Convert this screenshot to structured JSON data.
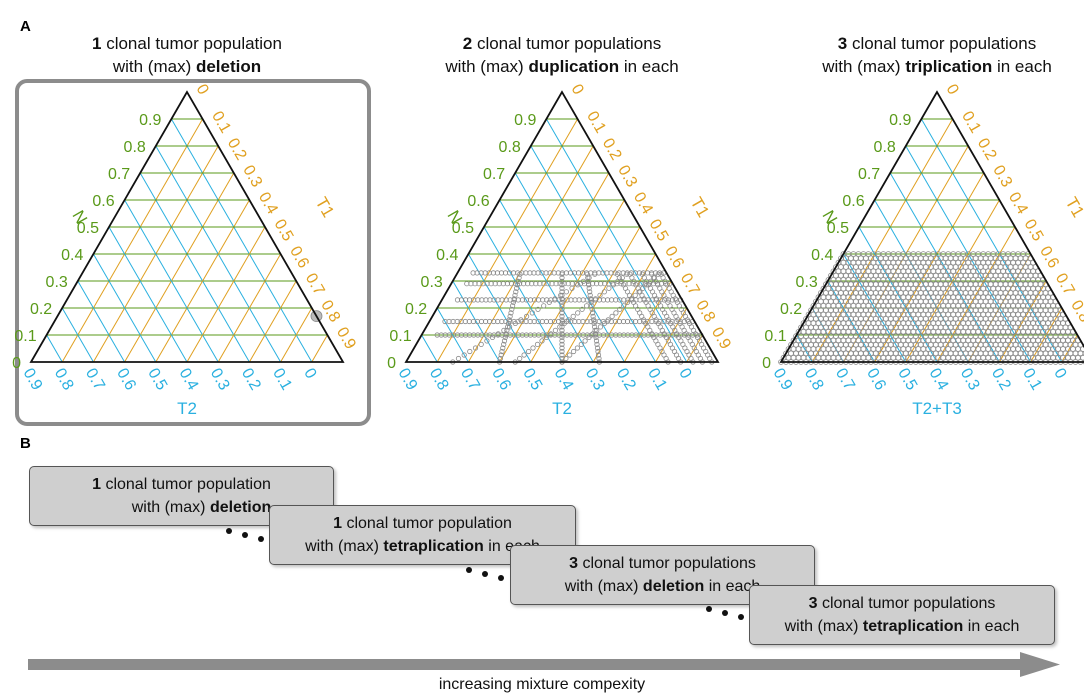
{
  "panel_a": {
    "letter": "A",
    "triangles": [
      {
        "title_num": "1",
        "title_line1_rest": " clonal tumor population",
        "title_line2_pre": "with (max) ",
        "title_line2_bold": "deletion",
        "title_line2_post": "",
        "left_axis": "N",
        "right_axis": "T1",
        "bottom_axis": "T2",
        "highlighted": true,
        "point_pattern": "single-point"
      },
      {
        "title_num": "2",
        "title_line1_rest": " clonal tumor populations",
        "title_line2_pre": "with (max) ",
        "title_line2_bold": "duplication",
        "title_line2_post": " in each",
        "left_axis": "N",
        "right_axis": "T1",
        "bottom_axis": "T2",
        "highlighted": false,
        "point_pattern": "lines-below-0.33"
      },
      {
        "title_num": "3",
        "title_line1_rest": " clonal tumor populations",
        "title_line2_pre": "with (max) ",
        "title_line2_bold": "triplication",
        "title_line2_post": " in each",
        "left_axis": "N",
        "right_axis": "T1",
        "bottom_axis": "T2+T3",
        "highlighted": false,
        "point_pattern": "filled-below-0.4"
      }
    ],
    "left_ticks": [
      "0",
      "0.1",
      "0.2",
      "0.3",
      "0.4",
      "0.5",
      "0.6",
      "0.7",
      "0.8",
      "0.9"
    ],
    "right_ticks": [
      "0",
      "0.1",
      "0.2",
      "0.3",
      "0.4",
      "0.5",
      "0.6",
      "0.7",
      "0.8",
      "0.9"
    ],
    "bottom_ticks": [
      "0.9",
      "0.8",
      "0.7",
      "0.6",
      "0.5",
      "0.4",
      "0.3",
      "0.2",
      "0.1",
      "0"
    ],
    "colors": {
      "n_axis": "#5a9a1a",
      "t1_axis": "#e0a020",
      "t2_axis": "#2ab0e0",
      "points": "#8a8a8a",
      "highlight_border": "#8c8c8c"
    }
  },
  "panel_b": {
    "letter": "B",
    "boxes": [
      {
        "num": "1",
        "line1_rest": " clonal tumor population",
        "line2_pre": "with (max) ",
        "line2_bold": "deletion",
        "line2_post": ""
      },
      {
        "num": "1",
        "line1_rest": " clonal tumor population",
        "line2_pre": "with (max) ",
        "line2_bold": "tetraplication",
        "line2_post": " in each"
      },
      {
        "num": "3",
        "line1_rest": " clonal tumor populations",
        "line2_pre": "with (max) ",
        "line2_bold": "deletion",
        "line2_post": " in each"
      },
      {
        "num": "3",
        "line1_rest": " clonal tumor populations",
        "line2_pre": "with (max) ",
        "line2_bold": "tetraplication",
        "line2_post": " in each"
      }
    ],
    "arrow_label": "increasing mixture compexity",
    "colors": {
      "box_fill": "#cfcfcf",
      "arrow": "#8c8c8c"
    }
  }
}
